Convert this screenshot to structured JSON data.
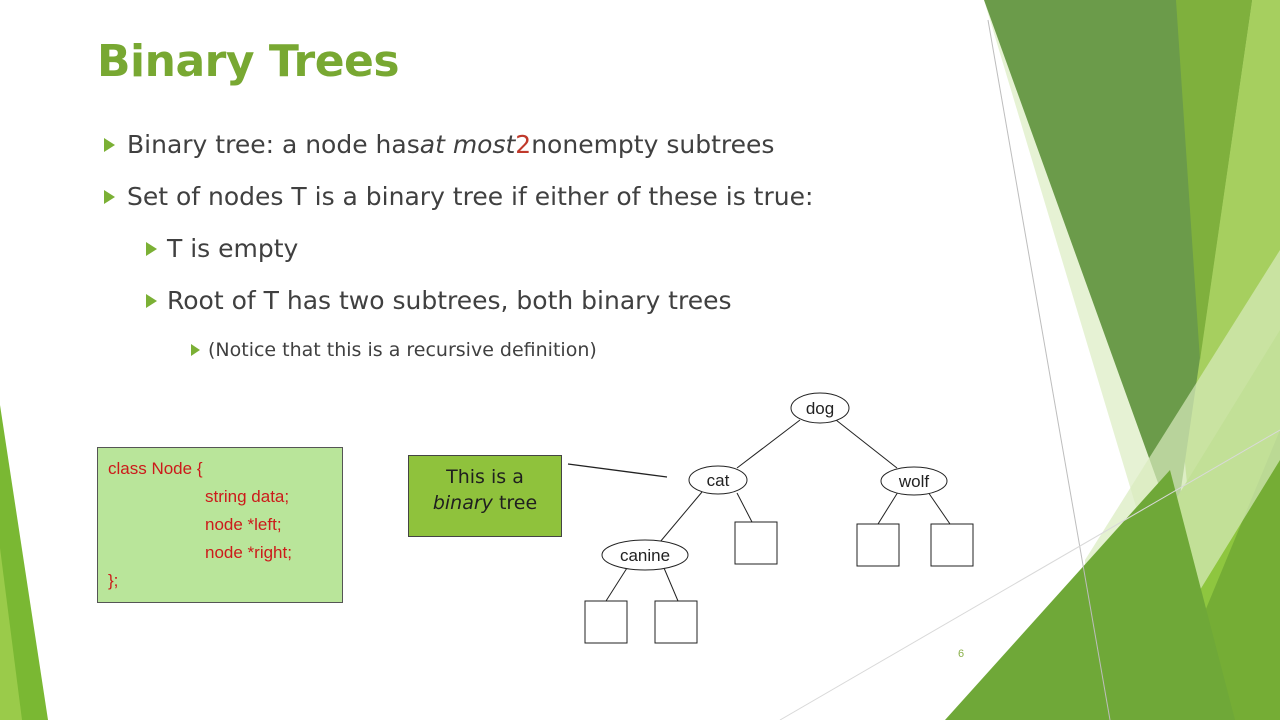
{
  "slide": {
    "title": "Binary Trees",
    "page_number": "6",
    "bullets": {
      "b1": {
        "prefix": "Binary tree: a node has ",
        "emph": "at most",
        "space": " ",
        "num": "2",
        "suffix": " nonempty subtrees"
      },
      "b2": "Set of nodes T is a binary tree if either of these is true:",
      "b3": "T is empty",
      "b4": "Root of T has two subtrees, both binary trees",
      "b5": "(Notice that this is a recursive definition)"
    },
    "code": {
      "line1": "class Node {",
      "line2": "string data;",
      "line3": "node *left;",
      "line4": "node *right;",
      "line5": "};"
    },
    "callout": {
      "line1": "This is a",
      "emph": "binary",
      "rest": " tree"
    },
    "tree": {
      "root": "dog",
      "left": "cat",
      "right": "wolf",
      "left_left": "canine"
    }
  },
  "colors": {
    "title": "#78a832",
    "bullet_arrow": "#7bb035",
    "code_bg": "#b9e59a",
    "code_text": "#cc1a1a",
    "callout_bg": "#8fc23c",
    "accent_red": "#c0392b"
  }
}
